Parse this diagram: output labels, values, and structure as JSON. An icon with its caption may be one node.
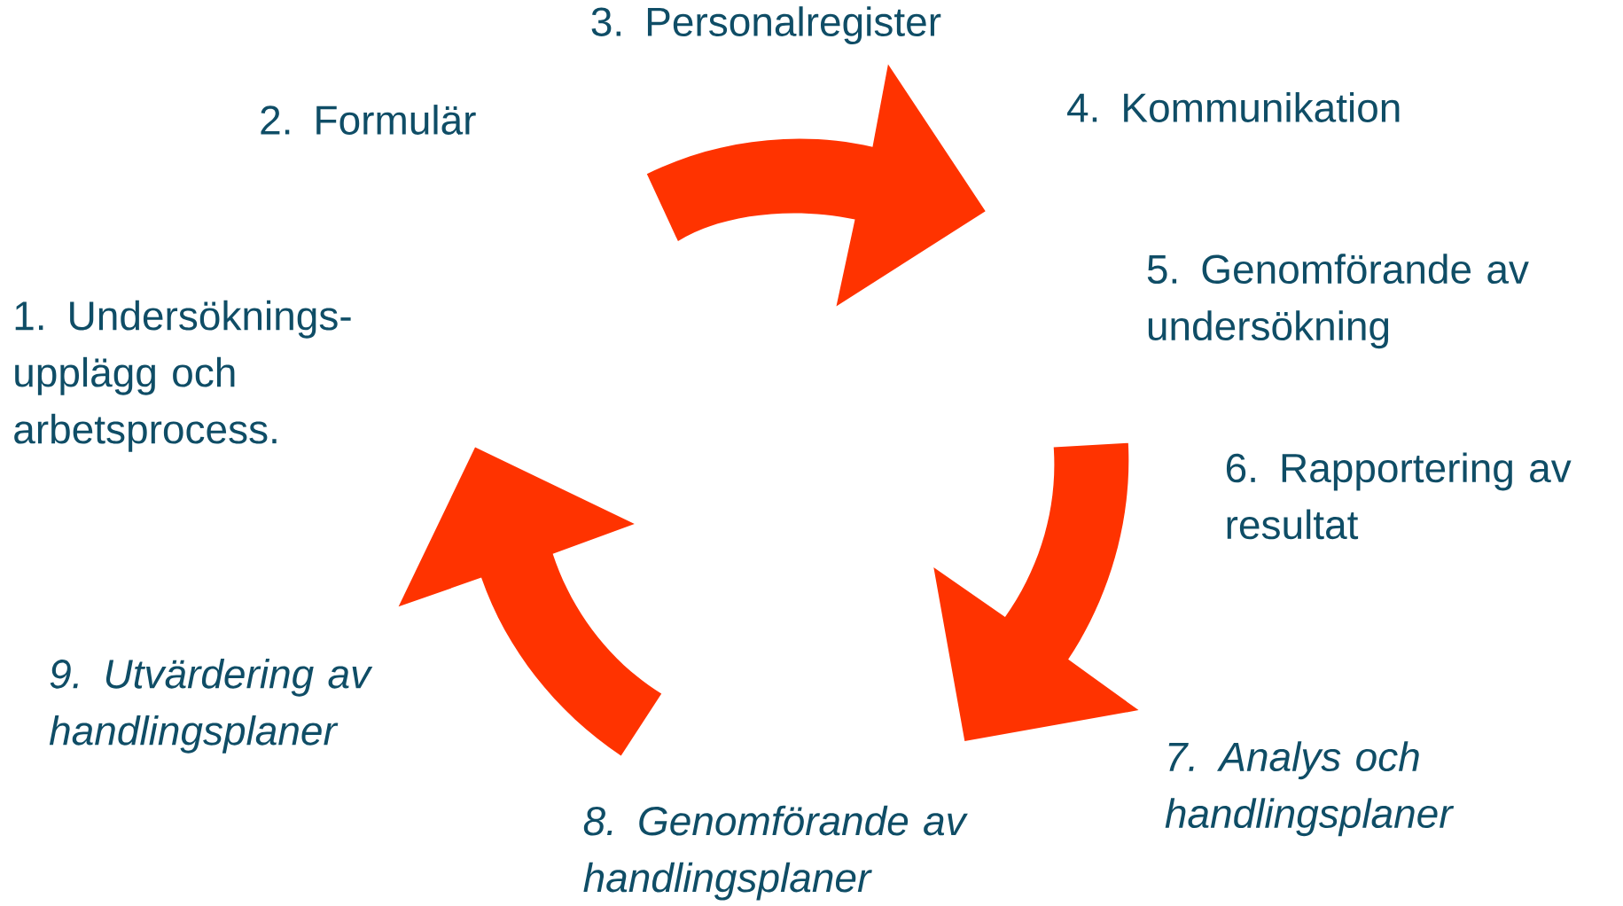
{
  "diagram": {
    "labels": [
      "3. Personalregister",
      "2. Formulär",
      "4. Kommunikation",
      "1. Undersöknings- upplägg och arbetsprocess.",
      "5. Genomförande av undersökning",
      "6. Rapportering av resultat",
      "9. Utvärdering av handlingsplaner",
      "7. Analys och handlingsplaner",
      "8. Genomförande av handlingsplaner"
    ]
  }
}
